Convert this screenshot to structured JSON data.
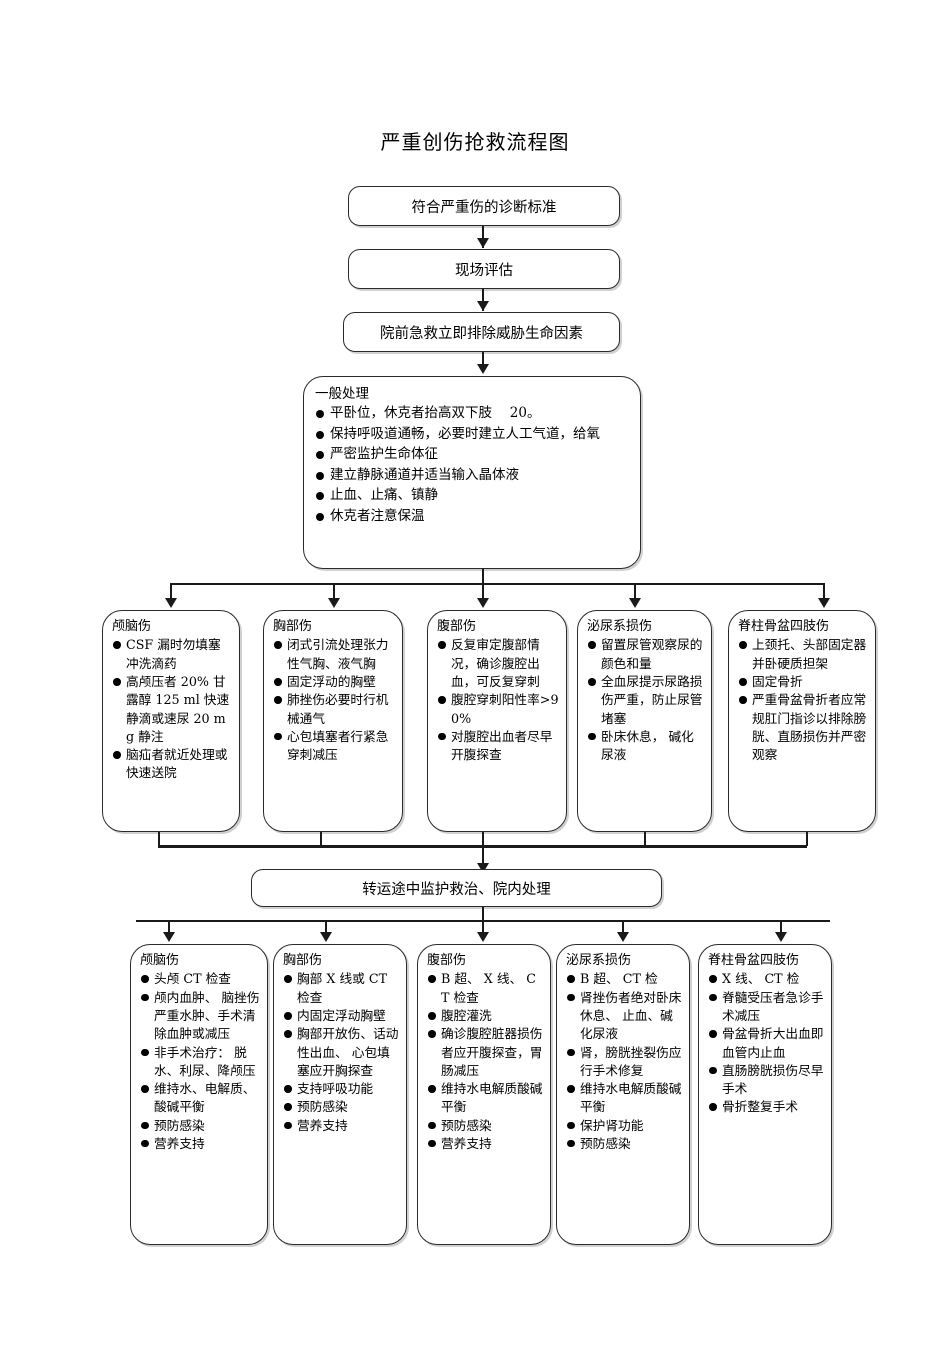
{
  "title": "严重创伤抢救流程图",
  "stages": [
    {
      "id": "criteria",
      "label": "符合严重伤的诊断标准"
    },
    {
      "id": "scene-assessment",
      "label": "现场评估"
    },
    {
      "id": "prehospital",
      "label": "院前急救立即排除威胁生命因素"
    },
    {
      "id": "transport",
      "label": "转运途中监护救治、院内处理"
    }
  ],
  "general": {
    "title": "一般处理",
    "items": [
      "平卧位，休克者抬高双下肢　 20。",
      "保持呼吸道通畅，必要时建立人工气道，给氧",
      "严密监护生命体征",
      "建立静脉通道并适当输入晶体液",
      "止血、止痛、镇静",
      "休克者注意保温"
    ]
  },
  "prehospital_branches": [
    {
      "id": "craniocerebral",
      "title": "颅脑伤",
      "items": [
        "CSF 漏时勿填塞冲洗滴药",
        "高颅压者 20% 甘露醇 125 ml 快速静滴或速尿 20 mg 静注",
        "脑疝者就近处理或快速送院"
      ]
    },
    {
      "id": "chest",
      "title": "胸部伤",
      "items": [
        "闭式引流处理张力性气胸、液气胸",
        "固定浮动的胸壁",
        "肺挫伤必要时行机械通气",
        "心包填塞者行紧急穿刺减压"
      ]
    },
    {
      "id": "abdominal",
      "title": "腹部伤",
      "items": [
        "反复审定腹部情况，确诊腹腔出血，可反复穿刺",
        "腹腔穿刺阳性率>90%",
        "对腹腔出血者尽早开腹探查"
      ]
    },
    {
      "id": "urinary",
      "title": "泌尿系损伤",
      "items": [
        "留置尿管观察尿的颜色和量",
        "全血尿提示尿路损伤严重，防止尿管堵塞",
        "卧床休息， 碱化尿液"
      ]
    },
    {
      "id": "spine-pelvis-limb",
      "title": "脊柱骨盆四肢伤",
      "items": [
        "上颈托、头部固定器并卧硬质担架",
        "固定骨折",
        "严重骨盆骨折者应常规肛门指诊以排除膀胱、直肠损伤并严密观察"
      ]
    }
  ],
  "hospital_branches": [
    {
      "id": "craniocerebral-2",
      "title": "颅脑伤",
      "items": [
        "头颅 CT 检查",
        "颅内血肿、 脑挫伤严重水肿、手术清除血肿或减压",
        "非手术治疗： 脱水、利尿、降颅压",
        "维持水、电解质、酸碱平衡",
        "预防感染",
        "营养支持"
      ]
    },
    {
      "id": "chest-2",
      "title": "胸部伤",
      "items": [
        "胸部 X 线或 CT 检查",
        "内固定浮动胸壁",
        "胸部开放伤、话动性出血、 心包填塞应开胸探查",
        "支持呼吸功能",
        "预防感染",
        "营养支持"
      ]
    },
    {
      "id": "abdominal-2",
      "title": "腹部伤",
      "items": [
        "B 超、 X 线、 CT 检查",
        "腹腔灌洗",
        "确诊腹腔脏器损伤者应开腹探查，胃肠减压",
        "维持水电解质酸碱平衡",
        "预防感染",
        "营养支持"
      ]
    },
    {
      "id": "urinary-2",
      "title": "泌尿系损伤",
      "items": [
        "B 超、 CT 检",
        "肾挫伤者绝对卧床休息、 止血、碱化尿液",
        "肾，膀胱挫裂伤应行手术修复",
        "维持水电解质酸碱平衡",
        "保护肾功能",
        "预防感染"
      ]
    },
    {
      "id": "spine-pelvis-limb-2",
      "title": "脊柱骨盆四肢伤",
      "items": [
        "X 线、 CT 检",
        "脊髓受压者急诊手术减压",
        "骨盆骨折大出血即血管内止血",
        "直肠膀胱损伤尽早手术",
        "骨折整复手术"
      ]
    }
  ]
}
